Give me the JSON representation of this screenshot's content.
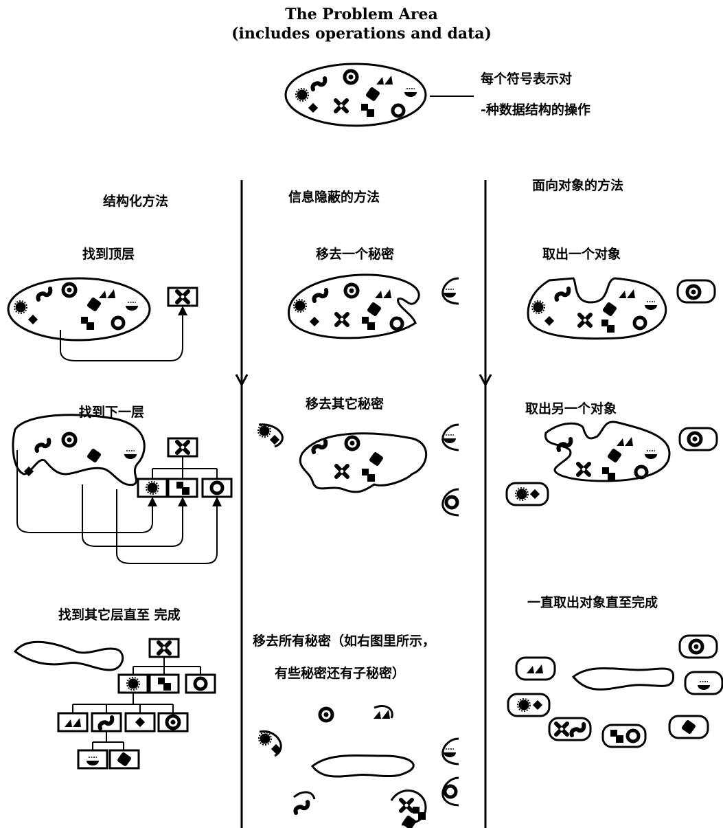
{
  "title": {
    "line1": "The Problem Area",
    "line2": "(includes operations and data)"
  },
  "legend": {
    "line1": "每个符号表示对",
    "line2": "-种数据结构的操作"
  },
  "columns": [
    {
      "heading": "结构化方法",
      "steps": [
        "找到顶层",
        "找到下一层",
        "找到其它层直至 完成"
      ]
    },
    {
      "heading": "信息隐蔽的方法",
      "steps": [
        "移去一个秘密",
        "移去其它秘密",
        "移去所有秘密（如右图里所示，",
        "有些秘密还有子秘密）"
      ]
    },
    {
      "heading": "面向对象的方法",
      "steps": [
        "取出一个对象",
        "取出另一个对象",
        "一直取出对象直至完成"
      ]
    }
  ]
}
